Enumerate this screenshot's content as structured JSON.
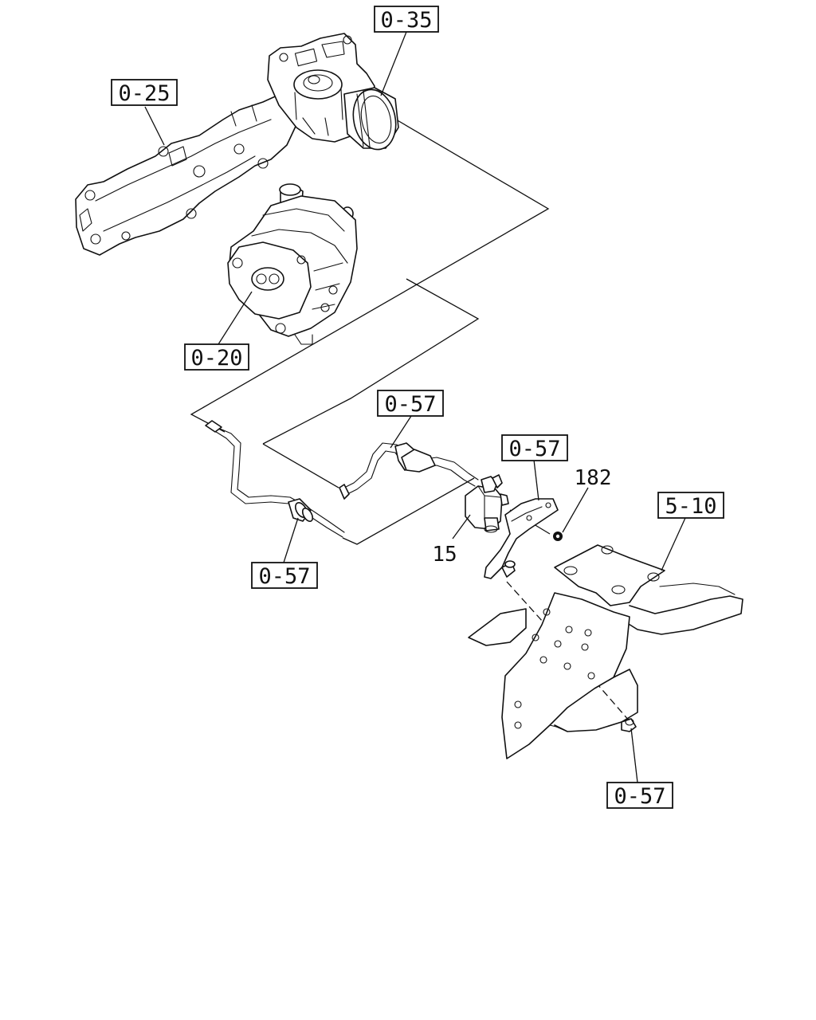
{
  "callouts": {
    "ref_0_35": "0-35",
    "ref_0_25": "0-25",
    "ref_0_20": "0-20",
    "ref_0_57_hose": "0-57",
    "ref_0_57_bracket": "0-57",
    "ref_0_57_pipe": "0-57",
    "ref_0_57_clip": "0-57",
    "ref_5_10": "5-10"
  },
  "part_numbers": {
    "solenoid": "15",
    "nut": "182"
  }
}
